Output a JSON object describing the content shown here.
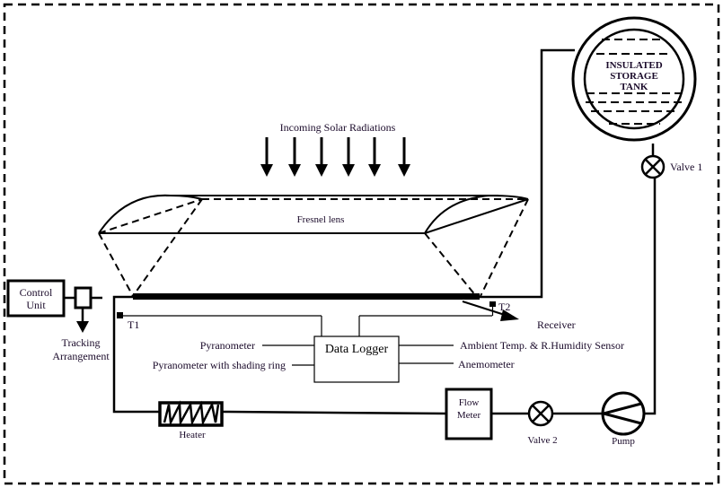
{
  "diagram": {
    "title": "Experimental setup of Fresnel lens solar water heating system",
    "incoming_radiation_label": "Incoming Solar Radiations",
    "fresnel_lens_label": "Fresnel lens",
    "receiver_label": "Receiver",
    "tank": {
      "line1": "INSULATED",
      "line2": "STORAGE",
      "line3": "TANK"
    },
    "valve1_label": "Valve 1",
    "valve2_label": "Valve 2",
    "pump_label": "Pump",
    "flow_meter": {
      "line1": "Flow",
      "line2": "Meter"
    },
    "heater_label": "Heater",
    "control_unit": {
      "line1": "Control",
      "line2": "Unit"
    },
    "tracking": {
      "line1": "Tracking",
      "line2": "Arrangement"
    },
    "t1_label": "T1",
    "t2_label": "T2",
    "data_logger_label": "Data Logger",
    "sensors_left": [
      "Pyranometer",
      "Pyranometer with shading ring"
    ],
    "sensors_right": [
      "Ambient Temp. & R.Humidity Sensor",
      "Anemometer"
    ],
    "colors": {
      "line": "#000000",
      "text": "#1a0a2a",
      "background": "#ffffff"
    }
  }
}
